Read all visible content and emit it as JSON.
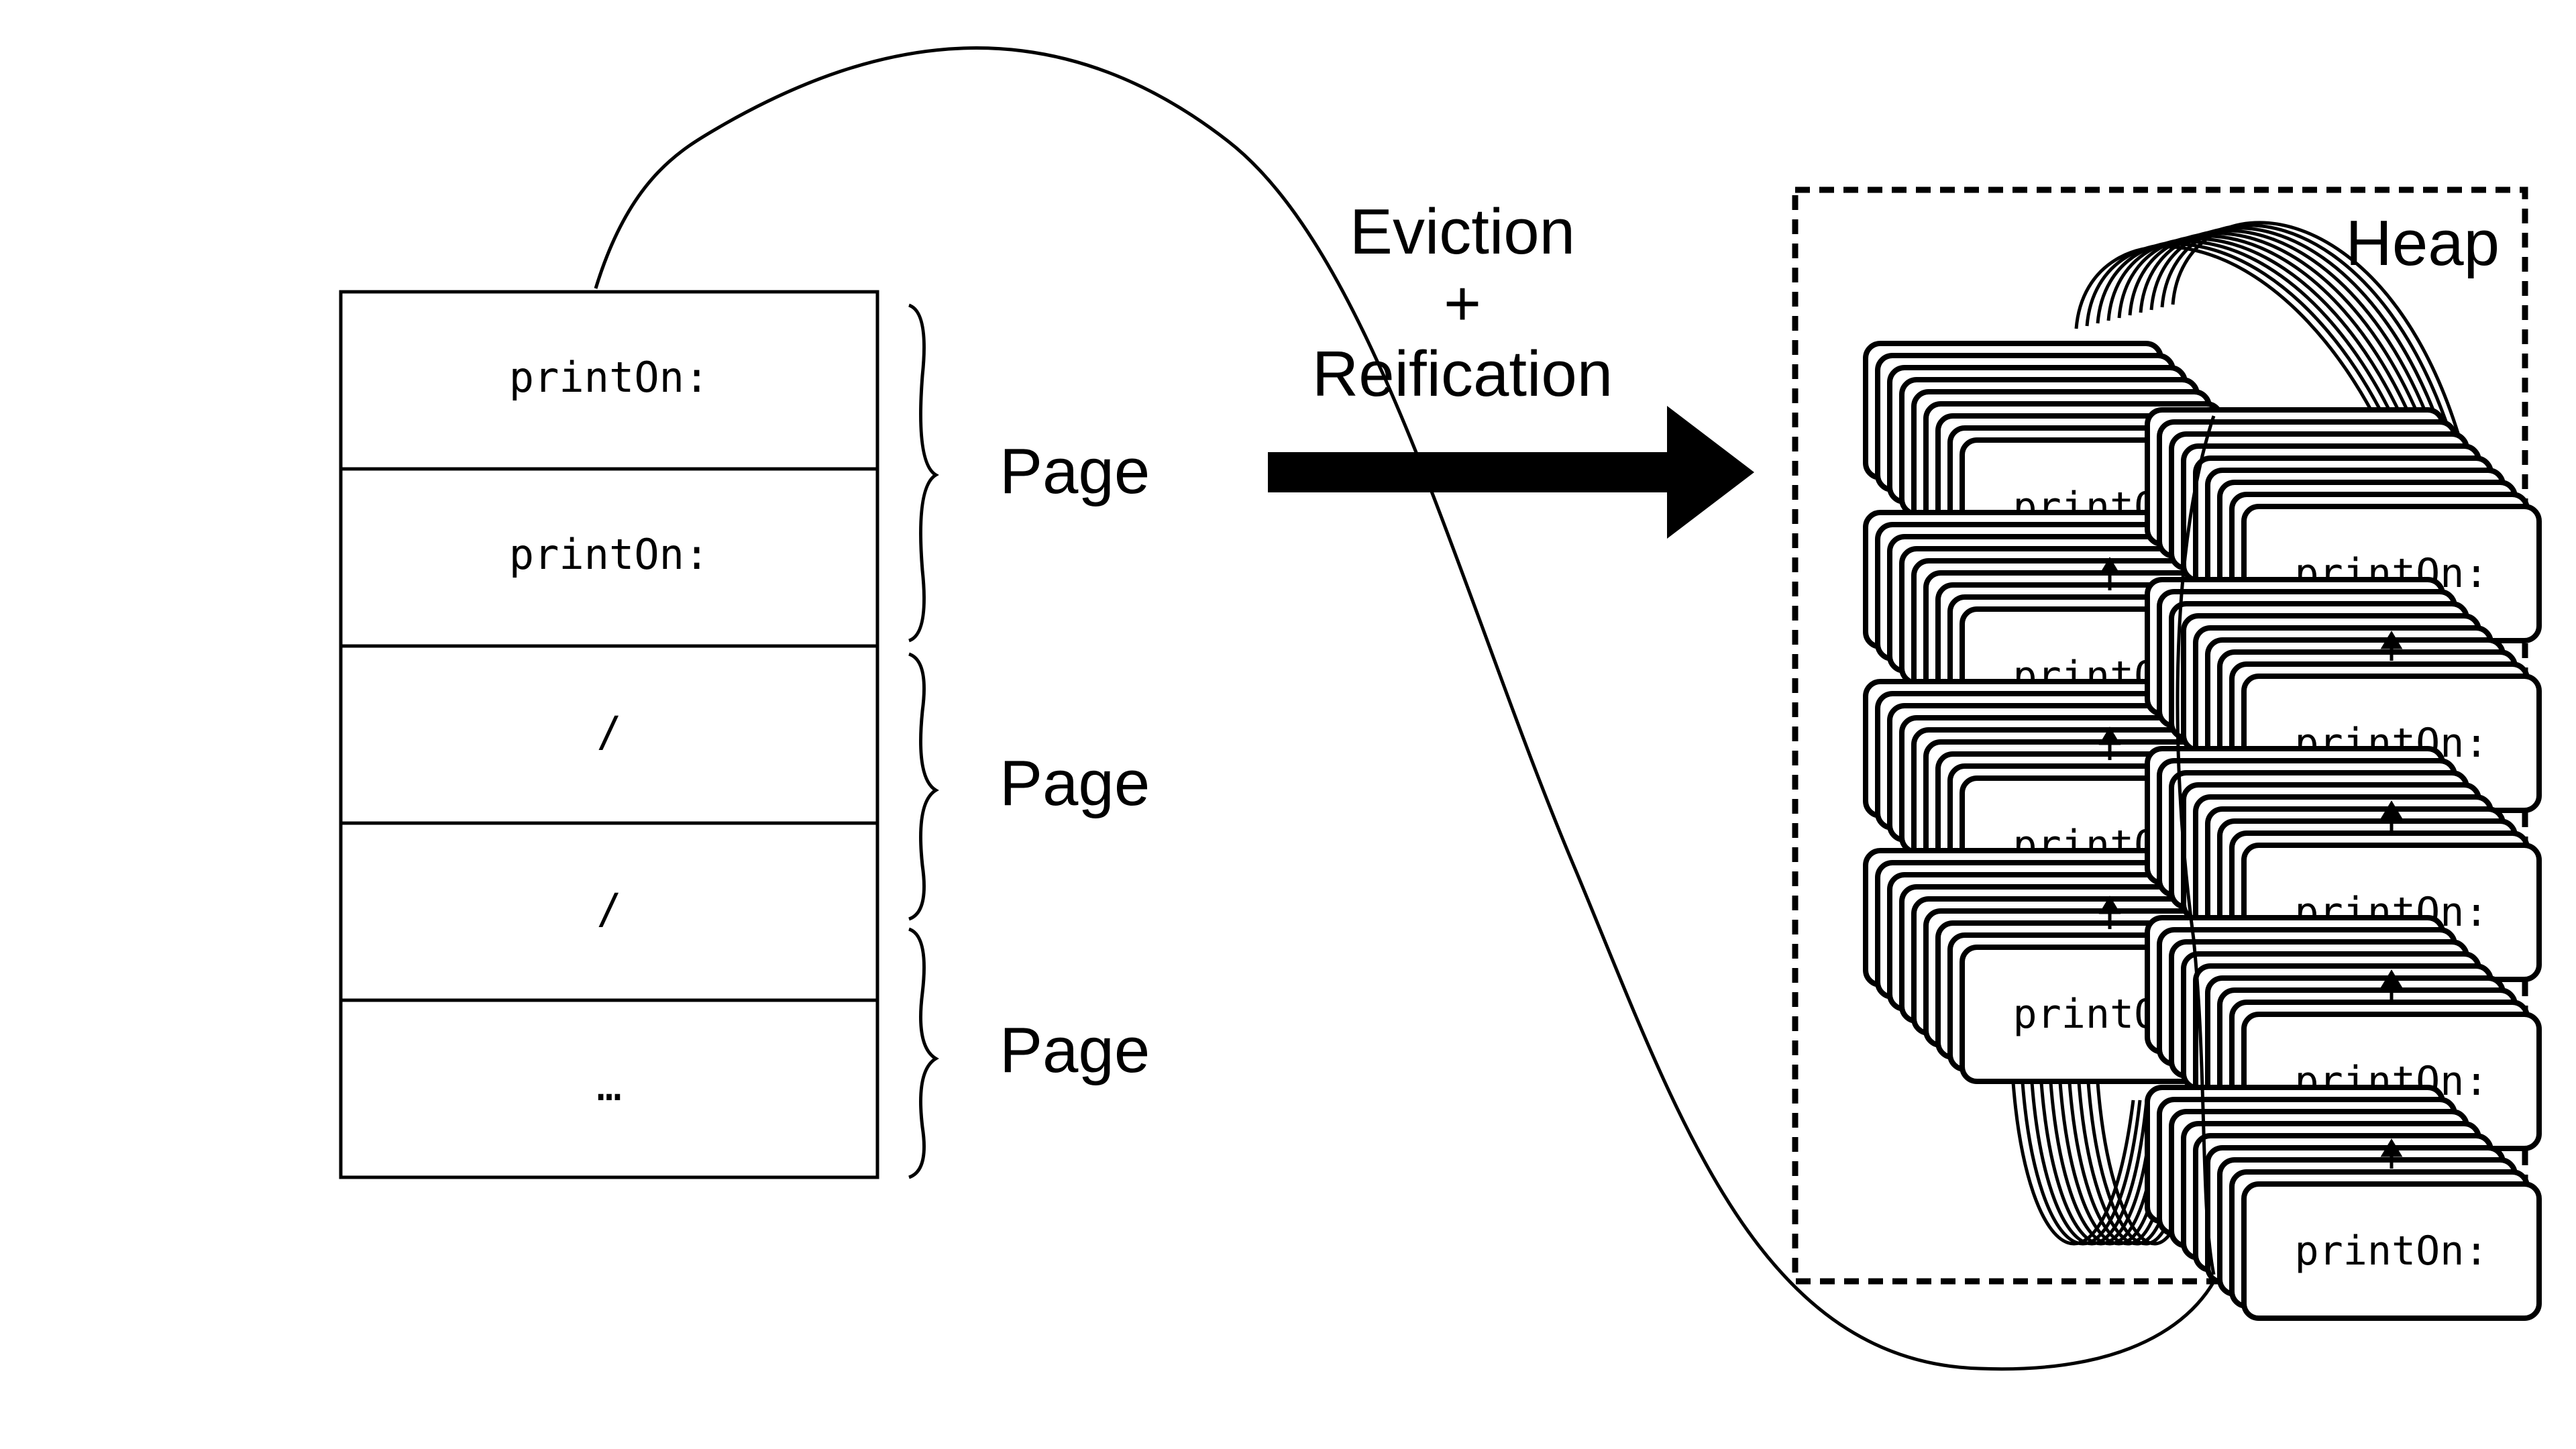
{
  "table": {
    "rows": [
      "printOn:",
      "printOn:",
      "/",
      "/",
      "…"
    ]
  },
  "pages": {
    "labels": [
      "Page",
      "Page",
      "Page"
    ]
  },
  "arrow": {
    "label_line1": "Eviction",
    "label_line2": "+",
    "label_line3": "Reification"
  },
  "heap": {
    "title": "Heap",
    "left_column": [
      "printOn:",
      "printOn:",
      "printOn:",
      "printOn:"
    ],
    "right_column": [
      "printOn:",
      "printOn:",
      "printOn:",
      "printOn:",
      "printOn:"
    ]
  }
}
